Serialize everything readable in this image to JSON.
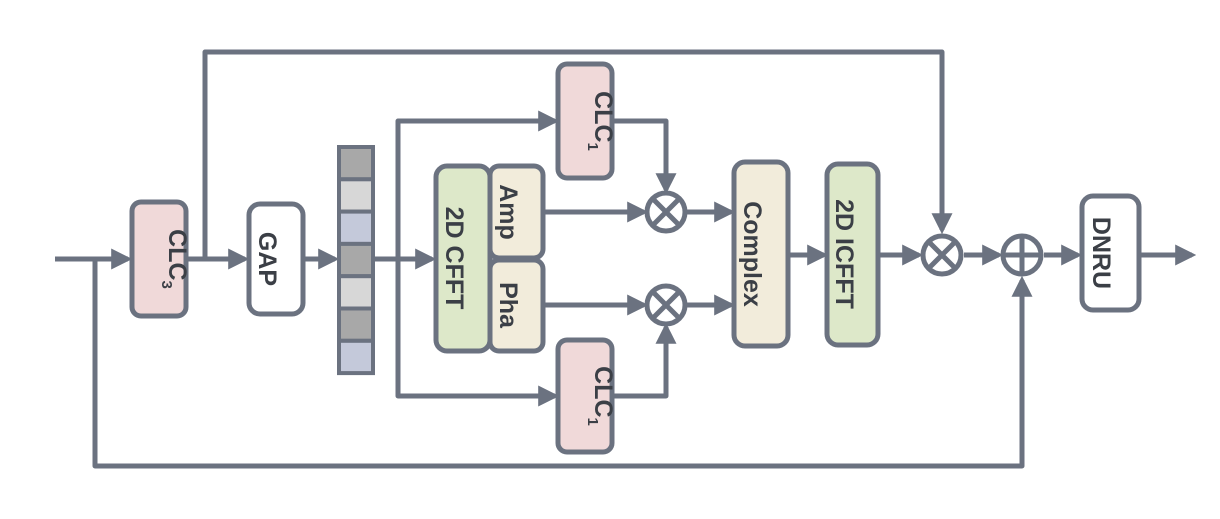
{
  "colors": {
    "stroke": "#6b7280",
    "clc_fill": "#f0d9d9",
    "fft_fill": "#dde8c9",
    "neutral_fill": "#f2ecdb",
    "white_fill": "#ffffff",
    "vector_cells": [
      "#a8a8a8",
      "#d7d7d7",
      "#c4c9da",
      "#a8a8a8",
      "#d7d7d7",
      "#a8a8a8",
      "#c4c9da"
    ]
  },
  "blocks": {
    "clc3": {
      "base": "CLC",
      "sub": "3"
    },
    "gap": "GAP",
    "cfft": "2D CFFT",
    "amp": "Amp",
    "pha": "Pha",
    "clc1_top": {
      "base": "CLC",
      "sub": "1"
    },
    "clc1_bottom": {
      "base": "CLC",
      "sub": "1"
    },
    "complex": "Complex",
    "icfft": "2D ICFFT",
    "dnru": "DNRU"
  },
  "operators": {
    "multiply": "multiply-icon",
    "add": "plus-icon"
  }
}
